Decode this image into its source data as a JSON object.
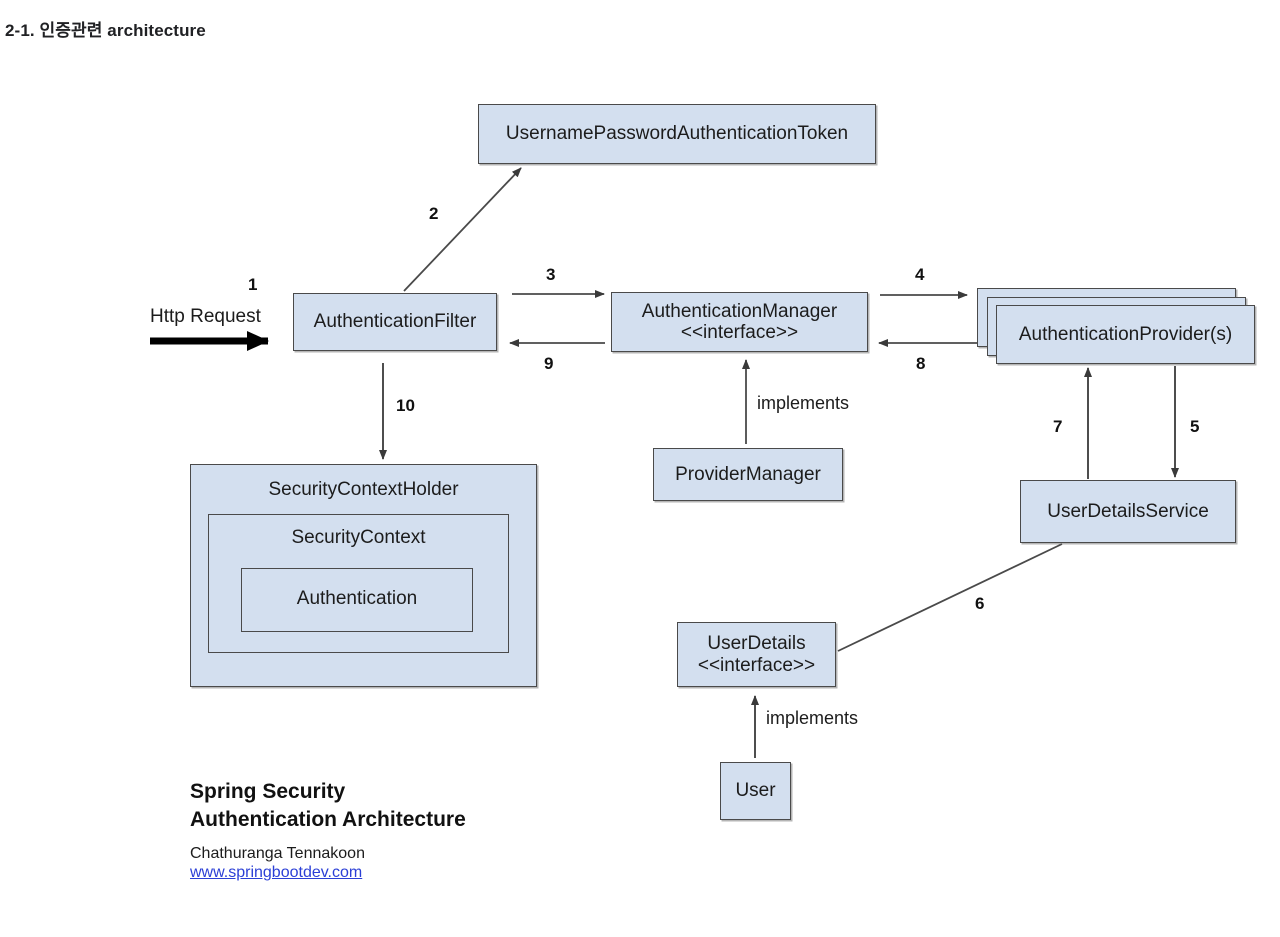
{
  "page": {
    "heading": "2-1. 인증관련 architecture",
    "background": "#ffffff"
  },
  "diagram": {
    "node_fill": "#d3dfef",
    "node_stroke": "#4a4a4a",
    "nodes": {
      "username_password_token": "UsernamePasswordAuthenticationToken",
      "authentication_filter": "AuthenticationFilter",
      "authentication_manager": "AuthenticationManager\n<<interface>>",
      "authentication_provider": "AuthenticationProvider(s)",
      "provider_manager": "ProviderManager",
      "user_details_service": "UserDetailsService",
      "user_details": "UserDetails\n<<interface>>",
      "user": "User",
      "security_context_holder": "SecurityContextHolder",
      "security_context": "SecurityContext",
      "authentication": "Authentication"
    },
    "labels": {
      "http_request": "Http Request",
      "implements_manager": "implements",
      "implements_userdetails": "implements"
    },
    "steps": {
      "s1": "1",
      "s2": "2",
      "s3": "3",
      "s4": "4",
      "s5": "5",
      "s6": "6",
      "s7": "7",
      "s8": "8",
      "s9": "9",
      "s10": "10"
    }
  },
  "caption": {
    "title": "Spring Security\nAuthentication Architecture",
    "author": "Chathuranga Tennakoon",
    "link": "www.springbootdev.com"
  }
}
